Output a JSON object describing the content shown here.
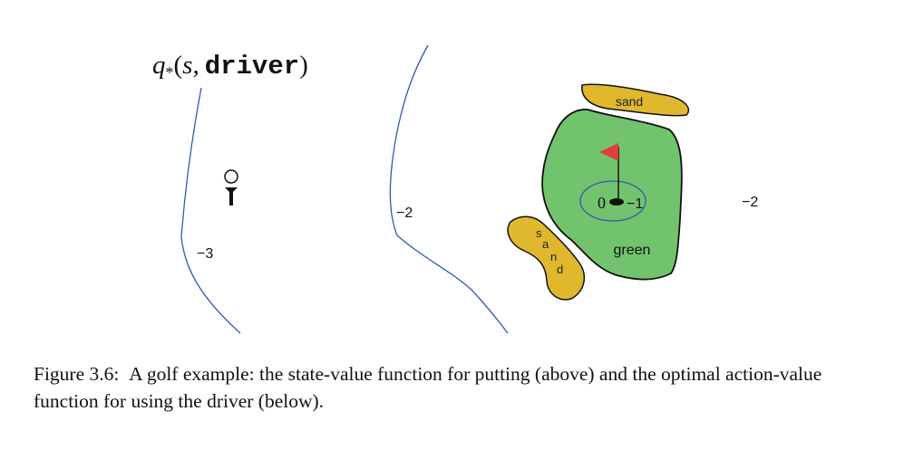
{
  "title": {
    "q": "q",
    "subscript": "*",
    "open": "(",
    "state": "s",
    "comma": ",",
    "action": "driver",
    "close": ")"
  },
  "contour_labels": {
    "left": "−3",
    "middle": "−2",
    "right": "−2",
    "inner_zero": "0",
    "inner_minus_one": "−1"
  },
  "regions": {
    "sand_top": "sand",
    "sand_left_letters": [
      "s",
      "a",
      "n",
      "d"
    ],
    "green": "green"
  },
  "colors": {
    "contour": "#2f5bb0",
    "sand": "#e0b82e",
    "green": "#72c36d",
    "flag": "#e0403c",
    "outline": "#111111"
  },
  "icons": {
    "tee": "golf-ball-on-tee-icon",
    "flag": "flag-icon",
    "hole": "hole-icon"
  },
  "caption": {
    "figure_label": "Figure 3.6:",
    "text": "A golf example: the state-value function for putting (above) and the optimal action-value function for using the driver (below)."
  }
}
